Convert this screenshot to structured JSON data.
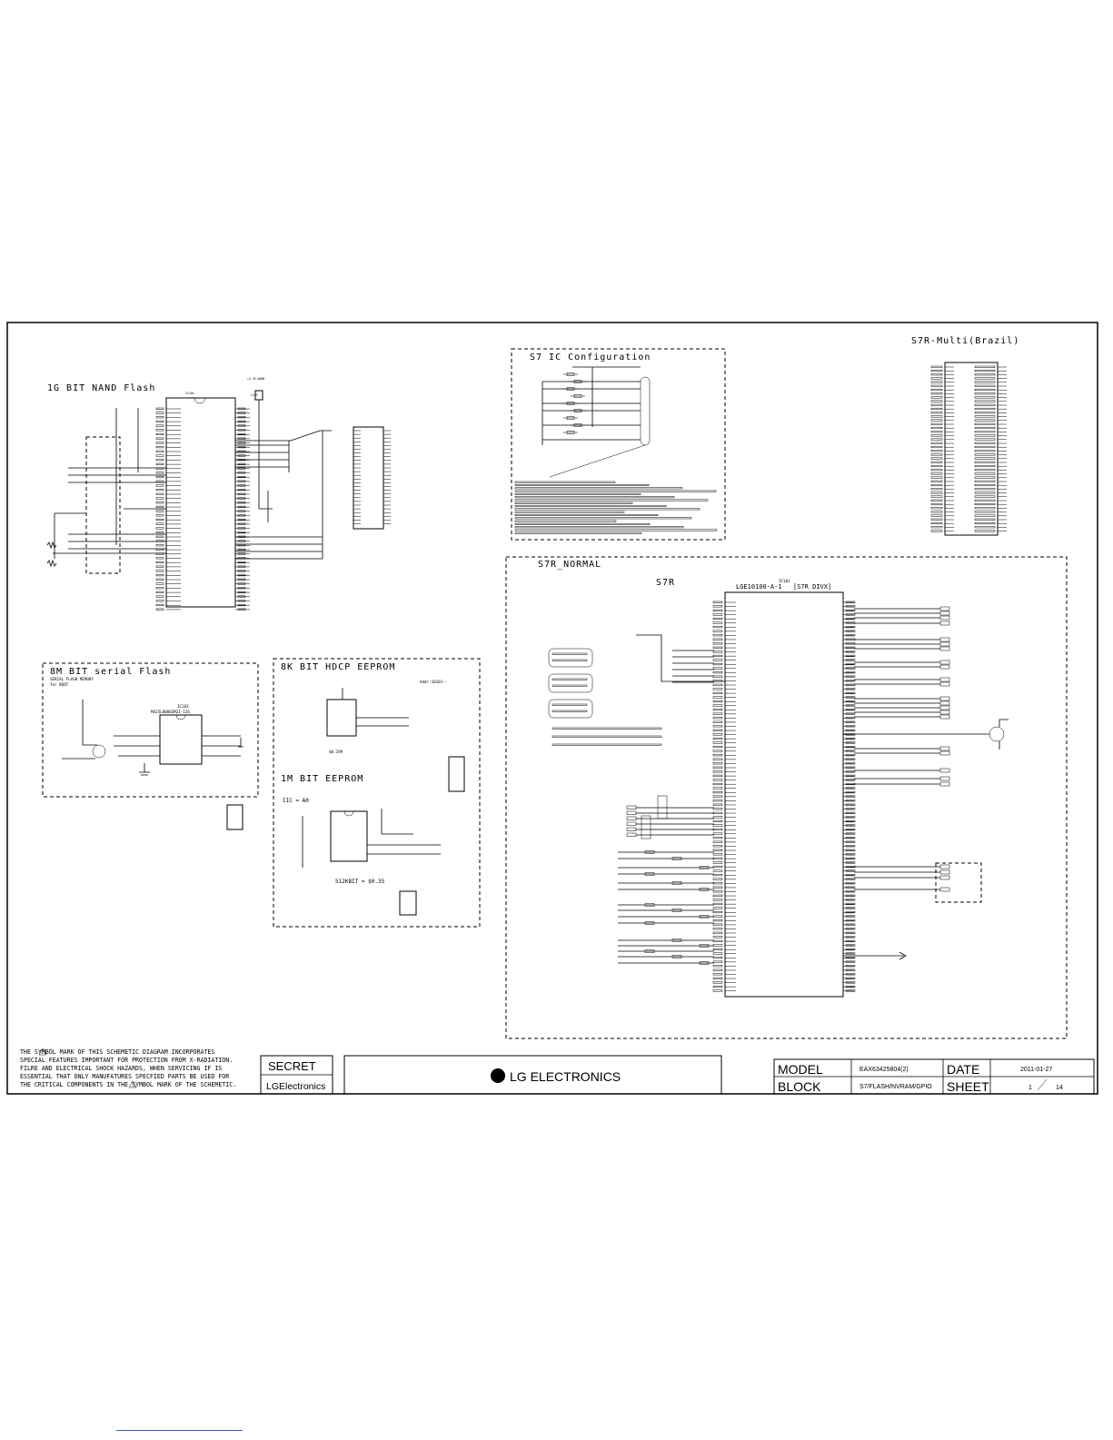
{
  "sections": {
    "nand_flash_title": "1G BIT NAND Flash",
    "ic_config_title": "S7 IC Configuration",
    "multi_title": "S7R-Multi(Brazil)",
    "normal_title": "S7R_NORMAL",
    "s7r_label": "S7R",
    "serial_flash_title": "8M BIT serial Flash",
    "serial_flash_sub1": "SERIAL FLASH MEMORY",
    "serial_flash_sub2": "for BOOT",
    "hdcp_title": "8K BIT HDCP EEPROM",
    "hdcp_addr": "Addr:10101--",
    "eeprom_title": "1M BIT EEPROM",
    "eeprom_iic": "IIC = A0",
    "eeprom_note": "512KBIT = $0.35",
    "hdcp_price": "$0.199"
  },
  "ics": {
    "nand": "IC104",
    "serial_flash_ref": "IC103",
    "serial_flash_part": "MX25L8006EM2I-12G",
    "main_ref": "IC101",
    "main_part": "LGE10100-A-1",
    "main_variant": "[S7R DIVX]"
  },
  "warning": {
    "line1": "THE   SYMBOL MARK OF THIS SCHEMETIC DIAGRAM INCORPORATES",
    "line2": "SPECIAL FEATURES IMPORTANT FOR PROTECTION FROM X-RADIATION.",
    "line3": "FILRE AND ELECTRICAL SHOCK HAZARDS, WHEN SERVICING IF IS",
    "line4": "ESSENTIAL THAT ONLY MANUFATURES SPECFIED PARTS BE USED FOR",
    "line5": "THE CRITICAL COMPONENTS IN THE   SYMBOL MARK OF THE SCHEMETIC."
  },
  "titleblock": {
    "secret": "SECRET",
    "brand_small": "LGElectronics",
    "brand": "LG ELECTRONICS",
    "model_label": "MODEL",
    "model_value": "EAX63425804(2)",
    "block_label": "BLOCK",
    "block_value": "S7/FLASH/NVRAM/GPIO",
    "date_label": "DATE",
    "date_value": "2011-01-27",
    "sheet_label": "SHEET",
    "sheet_num": "1",
    "sheet_total": "14"
  }
}
